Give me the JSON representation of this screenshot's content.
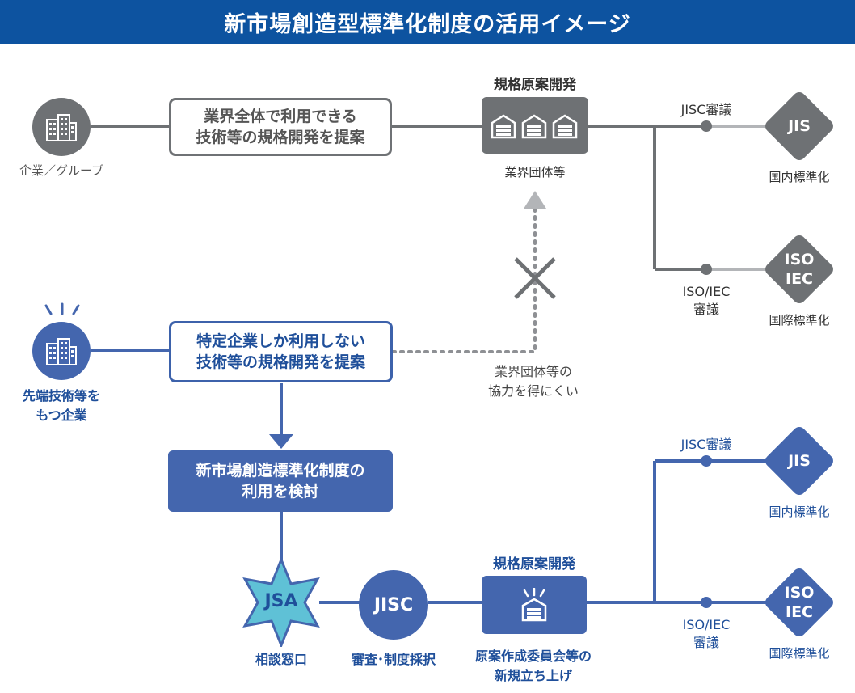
{
  "title": "新市場創造型標準化制度の活用イメージ",
  "top": {
    "company_caption": "企業／グループ",
    "proposal_line1": "業界全体で利用できる",
    "proposal_line2": "技術等の規格開発を提案",
    "dev_label": "規格原案開発",
    "org_caption": "業界団体等",
    "jisc_review": "JISC審議",
    "iso_review_line1": "ISO/IEC",
    "iso_review_line2": "審議",
    "jis_label": "JIS",
    "jis_caption": "国内標準化",
    "iso_label_line1": "ISO",
    "iso_label_line2": "IEC",
    "iso_caption": "国際標準化"
  },
  "middle": {
    "company_caption_line1": "先端技術等を",
    "company_caption_line2": "もつ企業",
    "proposal_line1": "特定企業しか利用しない",
    "proposal_line2": "技術等の規格開発を提案",
    "blocked_line1": "業界団体等の",
    "blocked_line2": "協力を得にくい"
  },
  "bottom": {
    "consider_line1": "新市場創造標準化制度の",
    "consider_line2": "利用を検討",
    "jsa_label": "JSA",
    "jsa_caption": "相談窓口",
    "jisc_label": "JISC",
    "jisc_caption": "審査･制度採択",
    "dev_label": "規格原案開発",
    "committee_line1": "原案作成委員会等の",
    "committee_line2": "新規立ち上げ",
    "jisc_review": "JISC審議",
    "iso_review_line1": "ISO/IEC",
    "iso_review_line2": "審議",
    "jis_label": "JIS",
    "jis_caption": "国内標準化",
    "iso_label_line1": "ISO",
    "iso_label_line2": "IEC",
    "iso_caption": "国際標準化"
  },
  "colors": {
    "header": "#0d53a0",
    "gray": "#6e7174",
    "blue": "#4466ae",
    "light_blue": "#5fc1d6"
  }
}
